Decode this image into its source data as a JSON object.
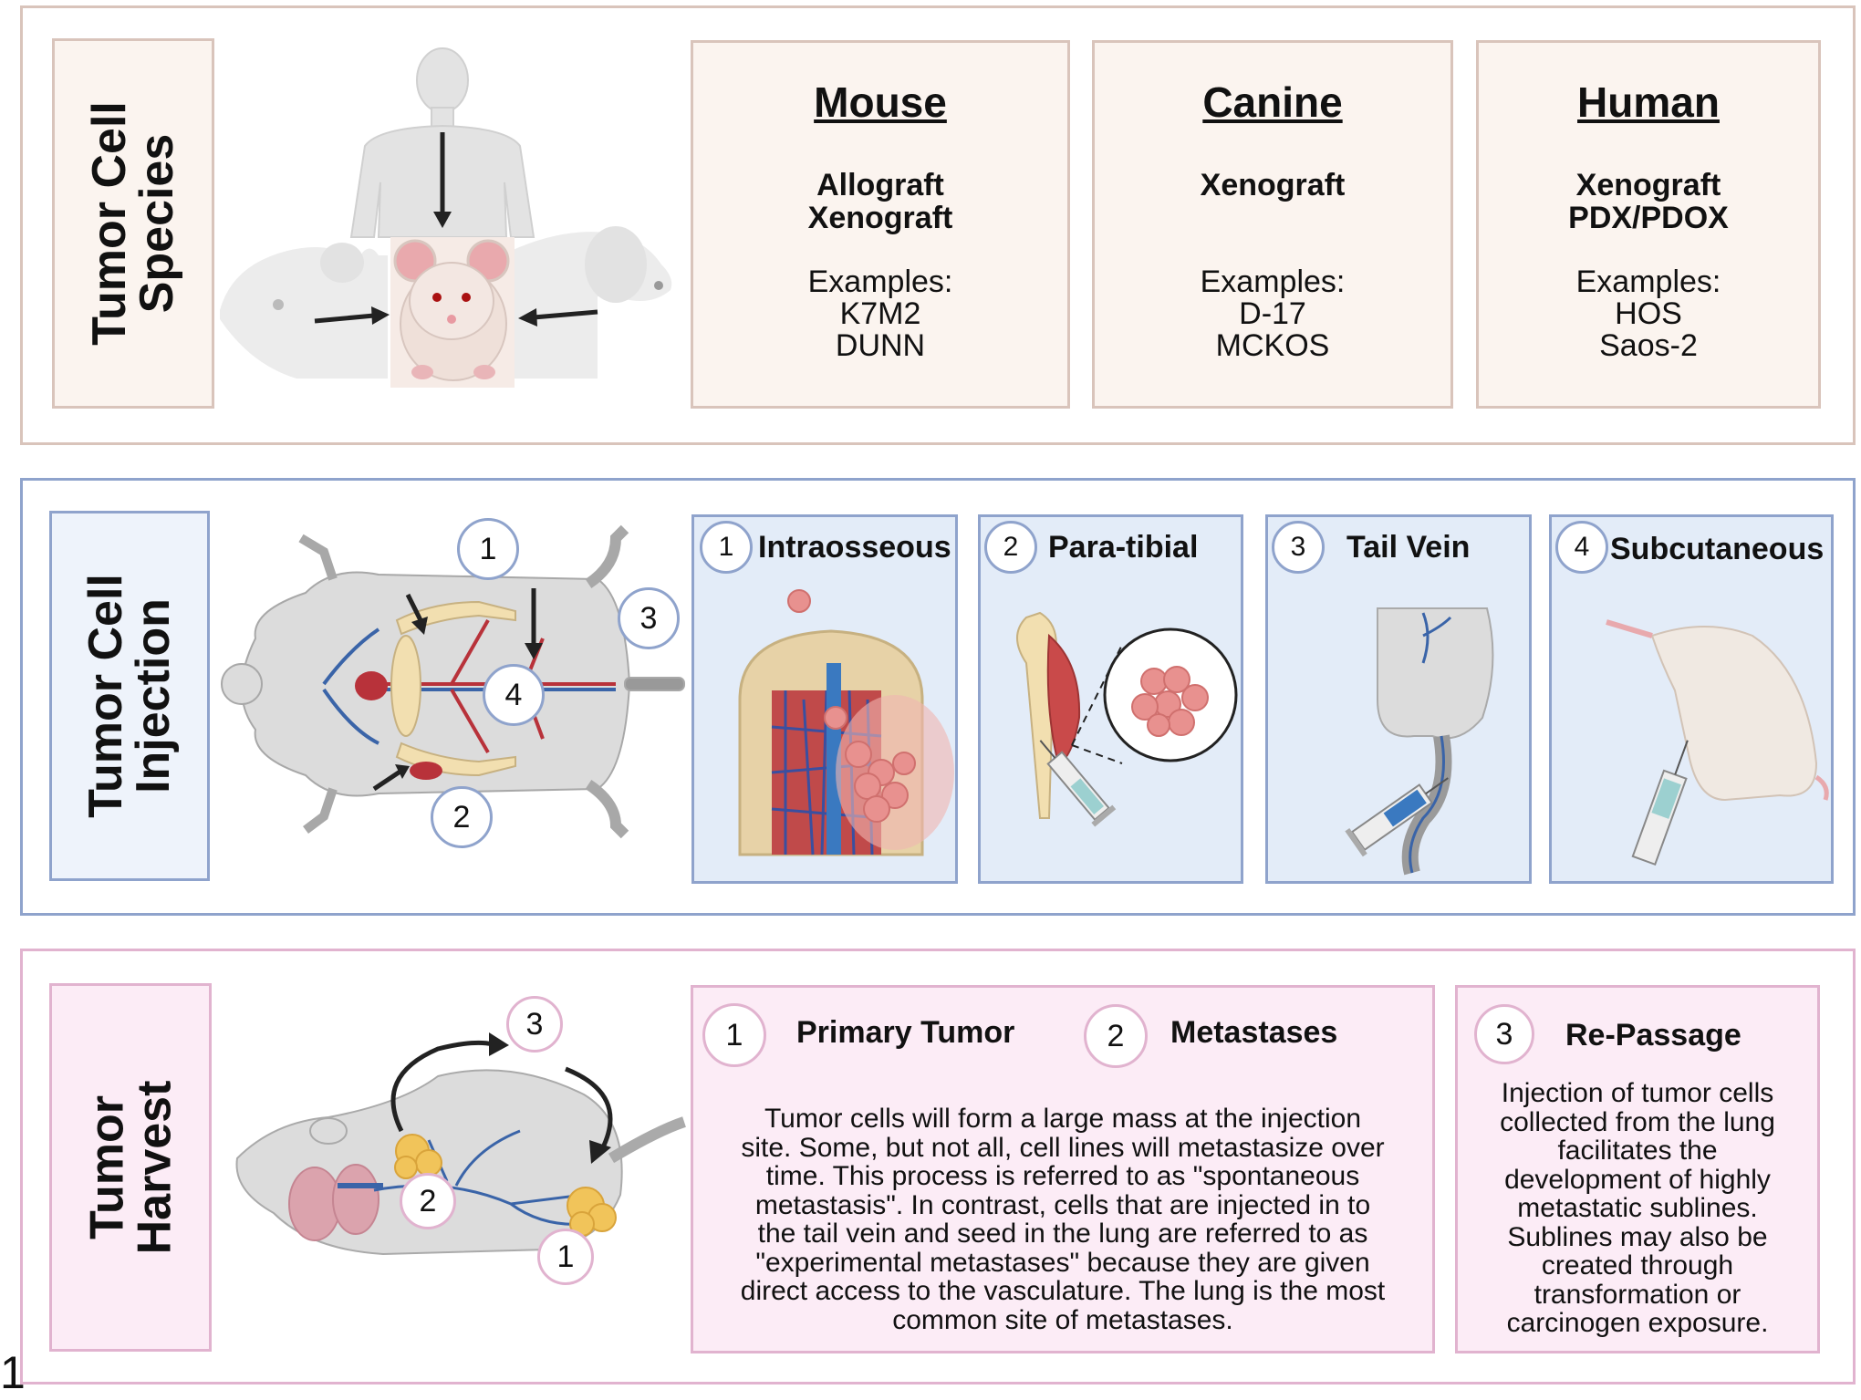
{
  "colors": {
    "section1_border": "#d9c4bb",
    "section1_fill": "#fbf4ef",
    "section2_border": "#8fa3cc",
    "section2_fill": "#eef3fb",
    "section3_border": "#e1b3cf",
    "section3_fill": "#fcecf6",
    "circle_blue": "#8fa3cc",
    "circle_pink": "#e1b3cf",
    "vessel_red": "#b8323a",
    "vessel_blue": "#3a64a8",
    "tumor_pink": "#e8918f",
    "tumor_yellow": "#f1c45a"
  },
  "section1": {
    "label": [
      "Tumor Cell",
      "Species"
    ],
    "species": [
      {
        "name": "Mouse",
        "types": [
          "Allograft",
          "Xenograft"
        ],
        "examples_label": "Examples:",
        "examples": [
          "K7M2",
          "DUNN"
        ]
      },
      {
        "name": "Canine",
        "types": [
          "Xenograft"
        ],
        "examples_label": "Examples:",
        "examples": [
          "D-17",
          "MCKOS"
        ]
      },
      {
        "name": "Human",
        "types": [
          "Xenograft",
          "PDX/PDOX"
        ],
        "examples_label": "Examples:",
        "examples": [
          "HOS",
          "Saos-2"
        ]
      }
    ]
  },
  "section2": {
    "label": [
      "Tumor Cell",
      "Injection"
    ],
    "diagram_numbers": [
      "1",
      "2",
      "3",
      "4"
    ],
    "routes": [
      {
        "num": "1",
        "title": "Intraosseous"
      },
      {
        "num": "2",
        "title": "Para-tibial"
      },
      {
        "num": "3",
        "title": "Tail Vein"
      },
      {
        "num": "4",
        "title": "Subcutaneous"
      }
    ]
  },
  "section3": {
    "label": [
      "Tumor",
      "Harvest"
    ],
    "diagram_numbers": [
      "3",
      "2",
      "1"
    ],
    "primary": {
      "num": "1",
      "title": "Primary Tumor"
    },
    "metastases": {
      "num": "2",
      "title": "Metastases"
    },
    "paragraph": [
      "Tumor cells will form a large mass at the injection",
      "site. Some, but not all, cell lines will metastasize over",
      "time. This process is referred to as \"spontaneous",
      "metastasis\". In contrast, cells that are injected in to",
      "the tail vein and seed in the lung are referred to as",
      "\"experimental metastases\" because they are given",
      "direct access to the vasculature. The lung is the most",
      "common site of metastases."
    ],
    "repassage": {
      "num": "3",
      "title": "Re-Passage",
      "lines": [
        "Injection of tumor cells",
        "collected from the lung",
        "facilitates the",
        "development of highly",
        "metastatic sublines.",
        "Sublines may also be",
        "created through",
        "transformation or",
        "carcinogen exposure."
      ]
    }
  },
  "figure_number": "1"
}
